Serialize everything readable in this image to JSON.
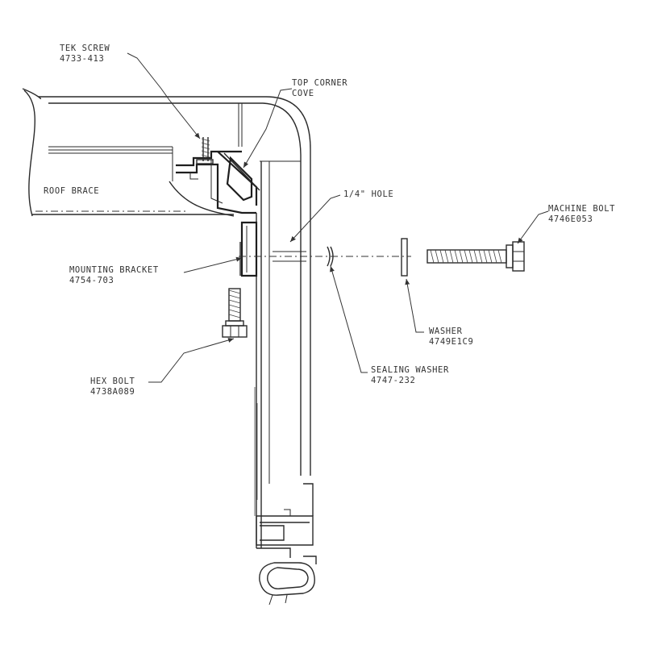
{
  "callouts": {
    "tek_screw": {
      "name": "TEK SCREW",
      "part": "4733-413"
    },
    "top_corner_cove": {
      "line1": "TOP CORNER",
      "line2": "COVE"
    },
    "roof_brace": {
      "name": "ROOF BRACE"
    },
    "hole": {
      "name": "1/4\" HOLE"
    },
    "machine_bolt": {
      "name": "MACHINE BOLT",
      "part": "4746E053"
    },
    "mounting_bracket": {
      "name": "MOUNTING BRACKET",
      "part": "4754-703"
    },
    "washer": {
      "name": "WASHER",
      "part": "4749E1C9"
    },
    "sealing_washer": {
      "name": "SEALING WASHER",
      "part": "4747-232"
    },
    "hex_bolt": {
      "name": "HEX BOLT",
      "part": "4738A089"
    }
  }
}
